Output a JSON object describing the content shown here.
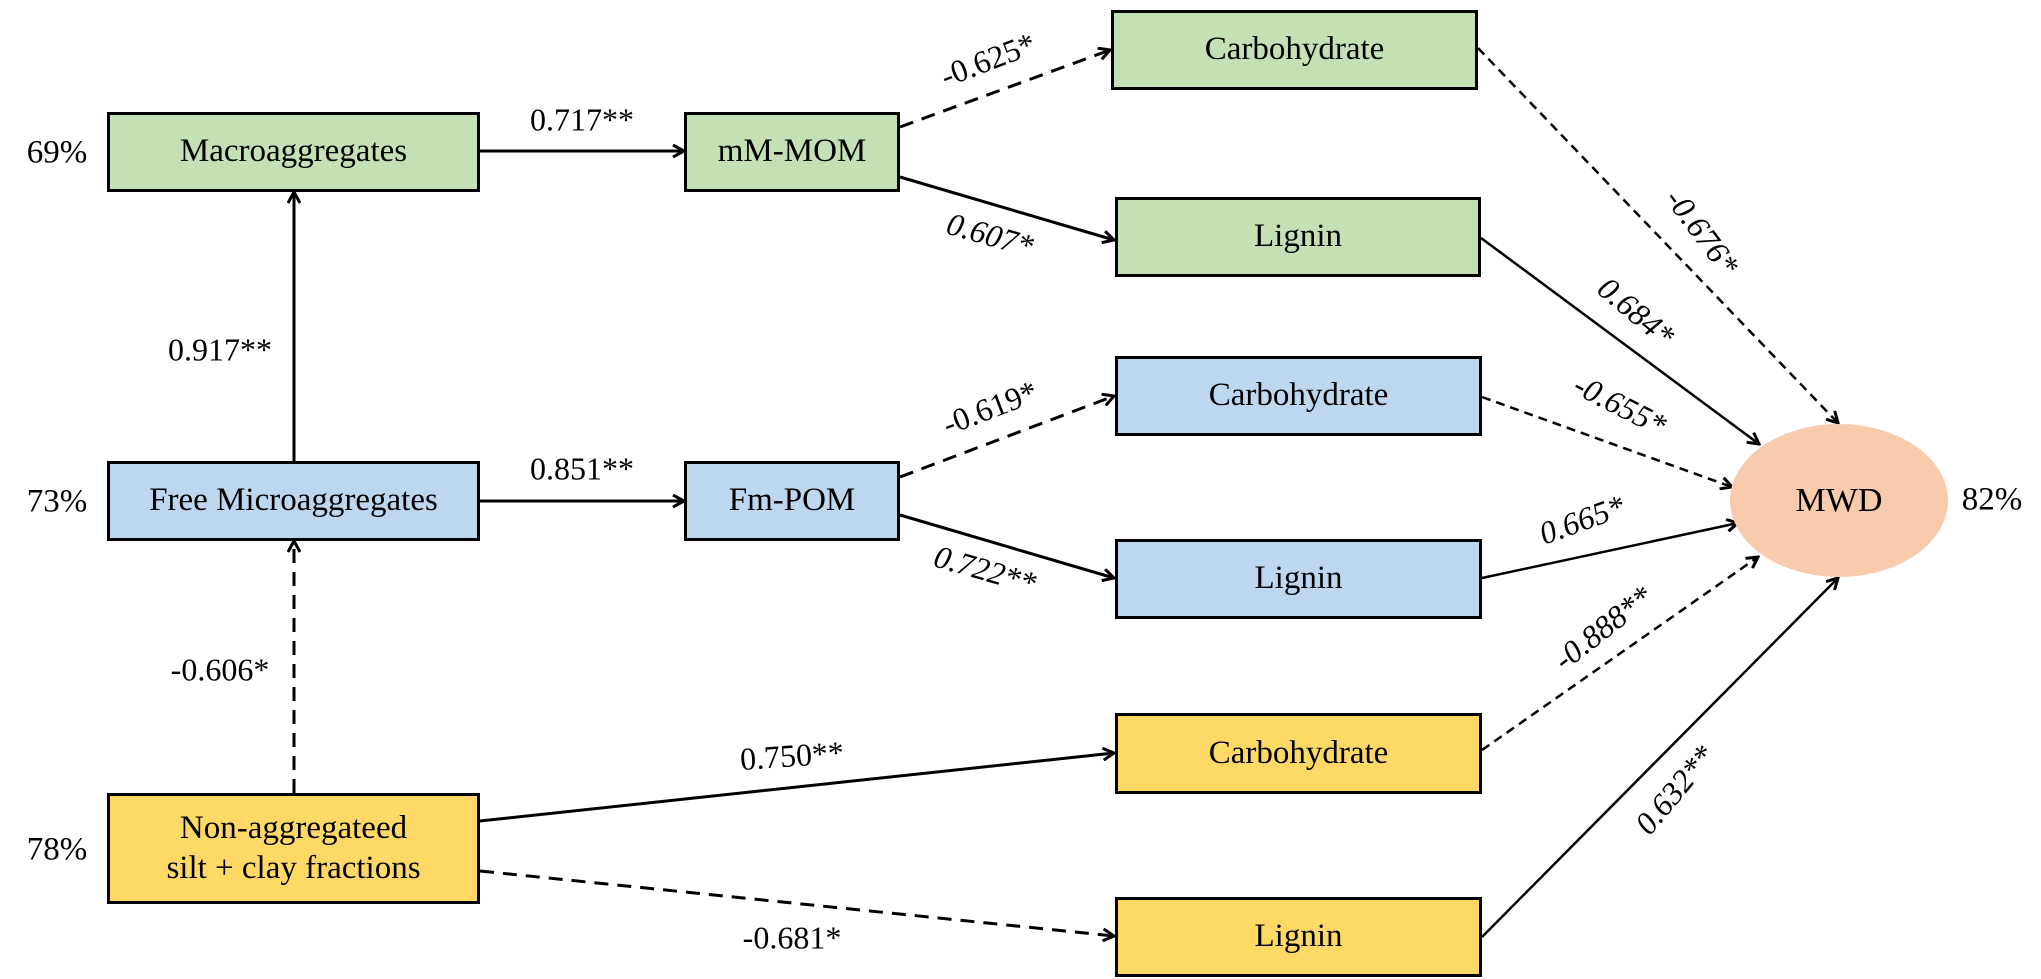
{
  "colors": {
    "green": "#C5E0B4",
    "blue": "#BDD7EE",
    "yellow": "#FFD966",
    "mwd": "#F8CBAD"
  },
  "nodes": {
    "macro": {
      "label": "Macroaggregates",
      "variance": "69%",
      "group": "green"
    },
    "mmom": {
      "label": "mM-MOM",
      "group": "green"
    },
    "carb_g": {
      "label": "Carbohydrate",
      "group": "green"
    },
    "lig_g": {
      "label": "Lignin",
      "group": "green"
    },
    "free": {
      "label": "Free Microaggregates",
      "variance": "73%",
      "group": "blue"
    },
    "fmpom": {
      "label": "Fm-POM",
      "group": "blue"
    },
    "carb_b": {
      "label": "Carbohydrate",
      "group": "blue"
    },
    "lig_b": {
      "label": "Lignin",
      "group": "blue"
    },
    "nonagg": {
      "label_line1": "Non-aggregateed",
      "label_line2": "silt + clay fractions",
      "variance": "78%",
      "group": "yellow"
    },
    "carb_y": {
      "label": "Carbohydrate",
      "group": "yellow"
    },
    "lig_y": {
      "label": "Lignin",
      "group": "yellow"
    },
    "mwd": {
      "label": "MWD",
      "variance": "82%"
    }
  },
  "edges": [
    {
      "id": "macro-mmom",
      "from": "macro",
      "to": "mmom",
      "coef": "0.717**",
      "sign": "positive",
      "style": "solid"
    },
    {
      "id": "free-macro",
      "from": "free",
      "to": "macro",
      "coef": "0.917**",
      "sign": "positive",
      "style": "solid"
    },
    {
      "id": "nonagg-free",
      "from": "nonagg",
      "to": "free",
      "coef": "-0.606*",
      "sign": "negative",
      "style": "dashed"
    },
    {
      "id": "free-fmpom",
      "from": "free",
      "to": "fmpom",
      "coef": "0.851**",
      "sign": "positive",
      "style": "solid"
    },
    {
      "id": "mmom-carb_g",
      "from": "mmom",
      "to": "carb_g",
      "coef": "-0.625*",
      "sign": "negative",
      "style": "dashed"
    },
    {
      "id": "mmom-lig_g",
      "from": "mmom",
      "to": "lig_g",
      "coef": "0.607*",
      "sign": "positive",
      "style": "solid"
    },
    {
      "id": "fmpom-carb_b",
      "from": "fmpom",
      "to": "carb_b",
      "coef": "-0.619*",
      "sign": "negative",
      "style": "dashed"
    },
    {
      "id": "fmpom-lig_b",
      "from": "fmpom",
      "to": "lig_b",
      "coef": "0.722**",
      "sign": "positive",
      "style": "solid"
    },
    {
      "id": "nonagg-carb_y",
      "from": "nonagg",
      "to": "carb_y",
      "coef": "0.750**",
      "sign": "positive",
      "style": "solid"
    },
    {
      "id": "nonagg-lig_y",
      "from": "nonagg",
      "to": "lig_y",
      "coef": "-0.681*",
      "sign": "negative",
      "style": "dashed"
    },
    {
      "id": "carb_g-mwd",
      "from": "carb_g",
      "to": "mwd",
      "coef": "-0.676*",
      "sign": "negative",
      "style": "dashed"
    },
    {
      "id": "lig_g-mwd",
      "from": "lig_g",
      "to": "mwd",
      "coef": "0.684*",
      "sign": "positive",
      "style": "solid"
    },
    {
      "id": "carb_b-mwd",
      "from": "carb_b",
      "to": "mwd",
      "coef": "-0.655*",
      "sign": "negative",
      "style": "dashed"
    },
    {
      "id": "lig_b-mwd",
      "from": "lig_b",
      "to": "mwd",
      "coef": "0.665*",
      "sign": "positive",
      "style": "solid"
    },
    {
      "id": "carb_y-mwd",
      "from": "carb_y",
      "to": "mwd",
      "coef": "-0.888**",
      "sign": "negative",
      "style": "dashed"
    },
    {
      "id": "lig_y-mwd",
      "from": "lig_y",
      "to": "mwd",
      "coef": "0.632**",
      "sign": "positive",
      "style": "solid"
    }
  ]
}
